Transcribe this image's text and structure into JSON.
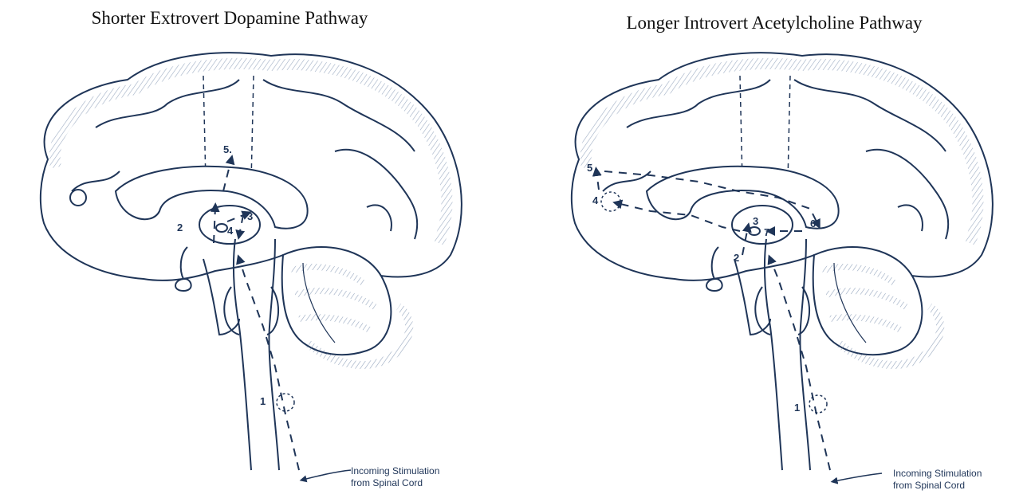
{
  "colors": {
    "ink": "#1f3558",
    "hatch": "#4f6a92",
    "background": "#ffffff"
  },
  "panels": [
    {
      "title": "Shorter Extrovert Dopamine Pathway",
      "labels": [
        "1",
        "2",
        "3",
        "4",
        "5."
      ],
      "caption_line1": "Incoming Stimulation",
      "caption_line2": "from Spinal Cord"
    },
    {
      "title": "Longer Introvert Acetylcholine Pathway",
      "labels": [
        "1",
        "2",
        "3",
        "4",
        "5",
        "6",
        "7"
      ],
      "caption_line1": "Incoming Stimulation",
      "caption_line2": "from Spinal Cord"
    }
  ]
}
